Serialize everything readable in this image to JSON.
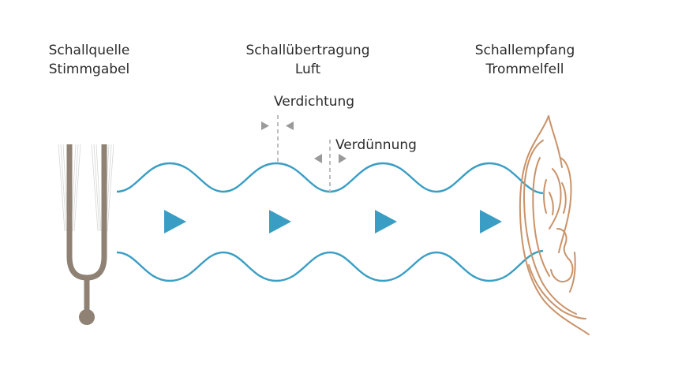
{
  "source": {
    "title": "Schallquelle",
    "subtitle": "Stimmgabel"
  },
  "transmission": {
    "title": "Schallübertragung",
    "subtitle": "Luft"
  },
  "receiver": {
    "title": "Schallempfang",
    "subtitle": "Trommelfell"
  },
  "annotations": {
    "compression": "Verdichtung",
    "rarefaction": "Verdünnung"
  },
  "colors": {
    "wave": "#3a9ec4",
    "arrow": "#3a9ec4",
    "fork": "#8f8173",
    "ear": "#c9936a",
    "marker": "#9a9a9a",
    "text": "#2b2b2b"
  },
  "icons": {
    "source": "tuning-fork-icon",
    "receiver": "ear-icon",
    "direction": "triangle-right-icon"
  }
}
